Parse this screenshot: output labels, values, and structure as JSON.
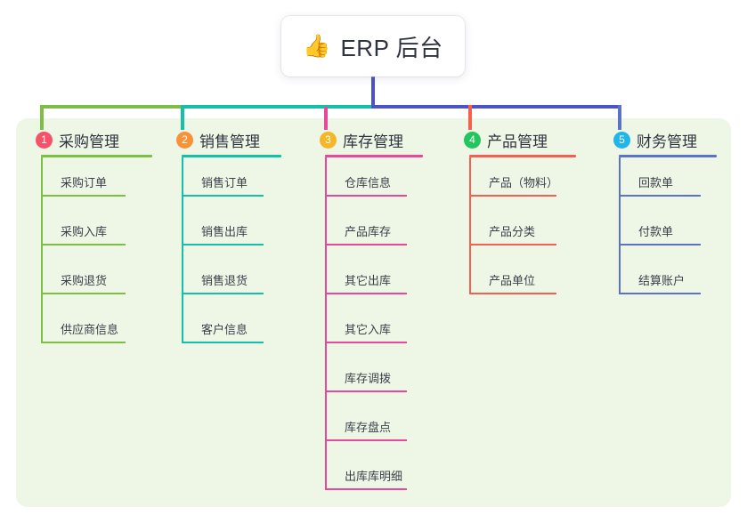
{
  "title": {
    "icon": "thumbs-up-icon",
    "icon_glyph": "👍",
    "text": "ERP 后台"
  },
  "diagram": {
    "type": "org-tree",
    "panel_color": "#eef7e6",
    "stem_color": "#4a54c4",
    "bus_left_color": "#7cbf43",
    "bus_mid_color": "#14c0a8",
    "bus_right_color": "#4a54c4"
  },
  "columns": [
    {
      "number": "1",
      "title": "采购管理",
      "badge_color": "#f4536a",
      "line_color": "#7cbf43",
      "connector_color": "#7cbf43",
      "items": [
        "采购订单",
        "采购入库",
        "采购退货",
        "供应商信息"
      ]
    },
    {
      "number": "2",
      "title": "销售管理",
      "badge_color": "#f79239",
      "line_color": "#14c0a8",
      "connector_color": "#14c0a8",
      "items": [
        "销售订单",
        "销售出库",
        "销售退货",
        "客户信息"
      ]
    },
    {
      "number": "3",
      "title": "库存管理",
      "badge_color": "#f5b728",
      "line_color": "#e8489b",
      "connector_color": "#e8489b",
      "items": [
        "仓库信息",
        "产品库存",
        "其它出库",
        "其它入库",
        "库存调拨",
        "库存盘点",
        "出库库明细"
      ]
    },
    {
      "number": "4",
      "title": "产品管理",
      "badge_color": "#22c55e",
      "line_color": "#f4604f",
      "connector_color": "#f4604f",
      "items": [
        "产品（物料）",
        "产品分类",
        "产品单位"
      ]
    },
    {
      "number": "5",
      "title": "财务管理",
      "badge_color": "#22b5e8",
      "line_color": "#5a73c8",
      "connector_color": "#5a73c8",
      "items": [
        "回款单",
        "付款单",
        "结算账户"
      ]
    }
  ]
}
